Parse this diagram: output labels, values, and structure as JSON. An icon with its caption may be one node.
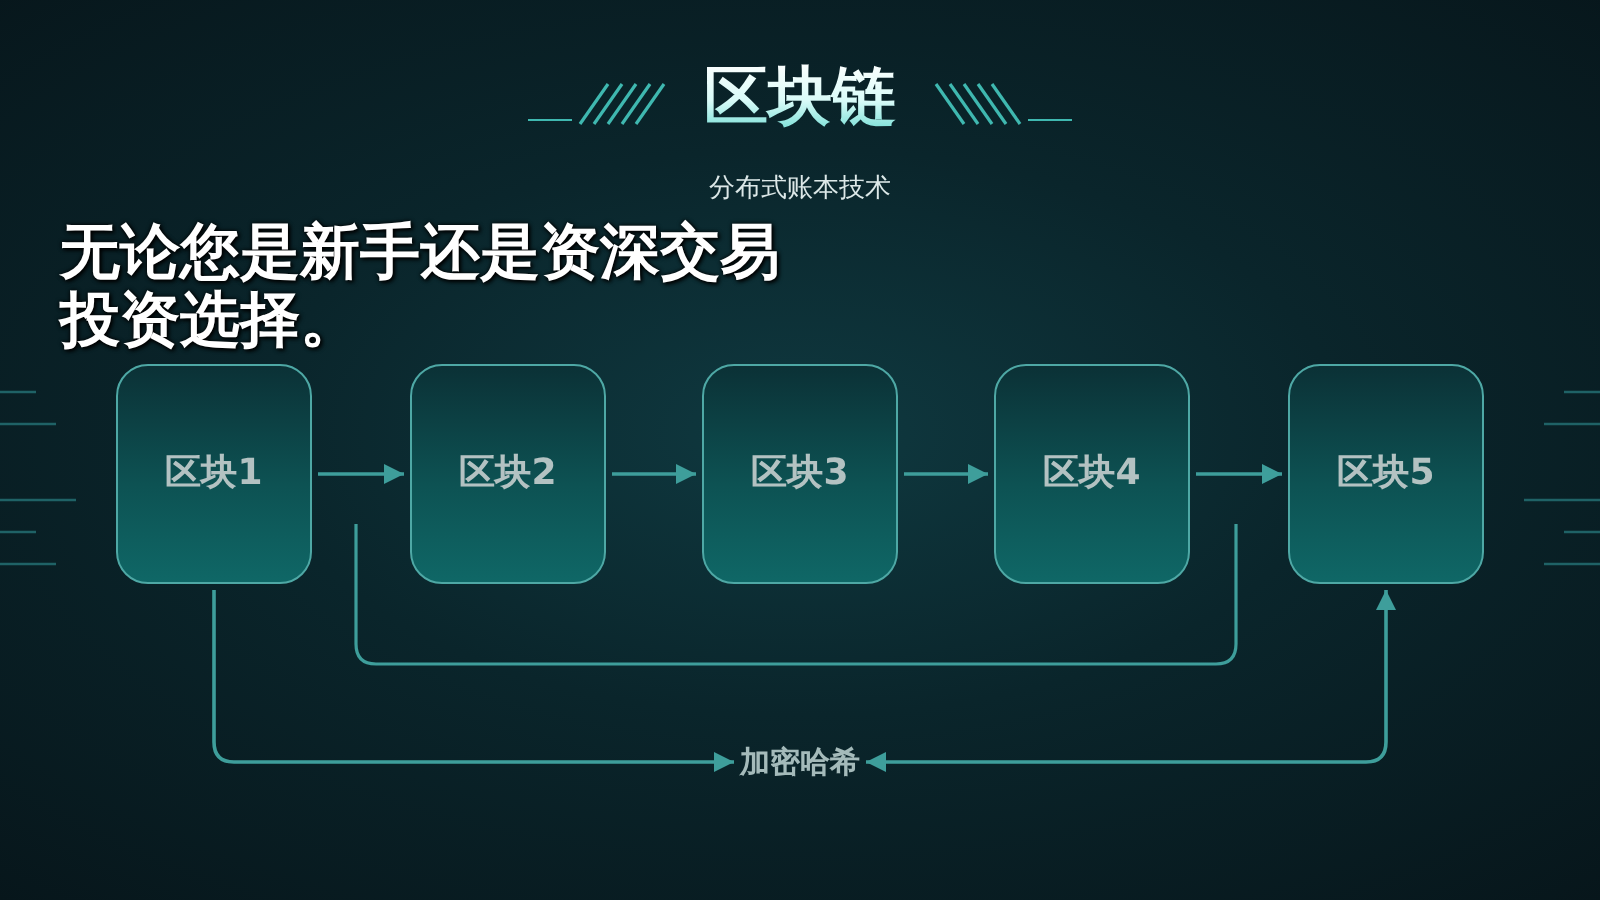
{
  "diagram": {
    "title": "区块链",
    "nodes": [
      {
        "text": [
          "区块1"
        ]
      },
      {
        "text": [
          "区块2"
        ]
      },
      {
        "text": [
          "区块3"
        ]
      },
      {
        "text": [
          "区块4"
        ]
      },
      {
        "text": [
          "区块5"
        ]
      },
      {
        "text": [
          "加密哈希"
        ]
      }
    ],
    "edges": [
      {
        "from": 0,
        "to": 1,
        "arrow": "to"
      },
      {
        "from": 1,
        "to": 2,
        "arrow": "to"
      },
      {
        "from": 2,
        "to": 3,
        "arrow": "to"
      },
      {
        "from": 3,
        "to": 4,
        "arrow": "to"
      },
      {
        "from": 0,
        "to": 5,
        "arrow": "to"
      },
      {
        "from": 5,
        "to": 4,
        "arrow": "both"
      }
    ],
    "labels": [
      "分布式账本技术",
      "无论您是新手还是资深交易",
      "投资选择。"
    ]
  }
}
